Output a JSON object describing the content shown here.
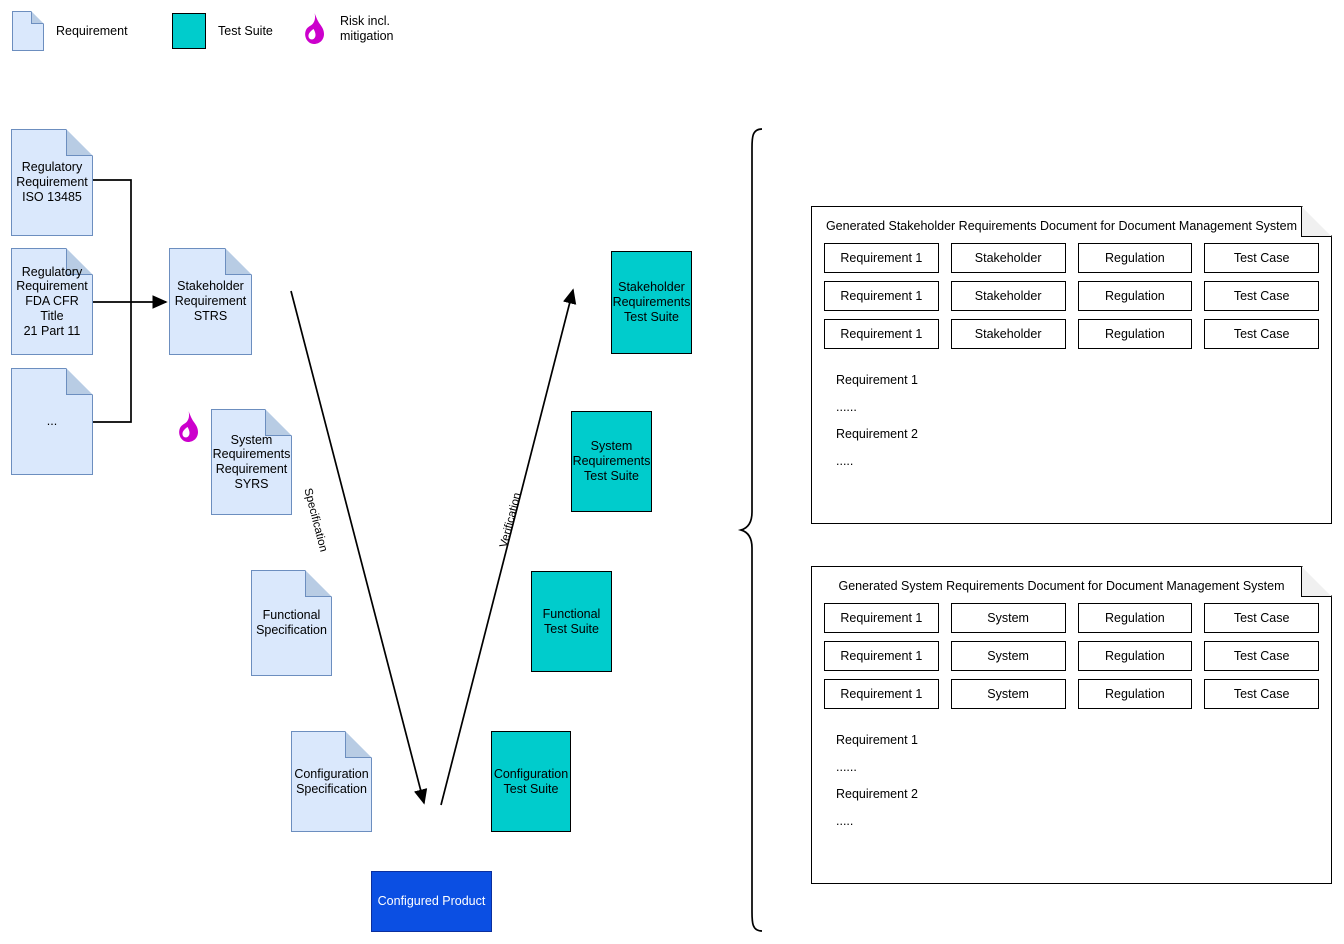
{
  "legend": {
    "items": [
      {
        "icon": "requirement-document-icon",
        "label": "Requirement"
      },
      {
        "icon": "test-suite-icon",
        "label": "Test Suite"
      },
      {
        "icon": "risk-flame-icon",
        "label": "Risk incl.\nmitigation"
      }
    ]
  },
  "colors": {
    "requirement_fill": "#dae8fc",
    "requirement_stroke": "#6c8ebf",
    "requirement_fold": "#b8cce4",
    "test_suite_fill": "#00cccc",
    "product_fill": "#0b4fe3",
    "risk_flame": "#cc00cc",
    "line": "#000000"
  },
  "inputs": [
    {
      "name": "regulatory-requirement-iso",
      "label": "Regulatory\nRequirement\nISO 13485"
    },
    {
      "name": "regulatory-requirement-fda",
      "label": "Regulatory\nRequirement\nFDA CFR Title\n21 Part 11"
    },
    {
      "name": "regulatory-requirement-more",
      "label": "..."
    }
  ],
  "specifications": [
    {
      "name": "stakeholder-requirement-strs",
      "label": "Stakeholder\nRequirement\nSTRS"
    },
    {
      "name": "system-requirements-syrs",
      "label": "System\nRequirements\nRequirement\nSYRS"
    },
    {
      "name": "functional-specification",
      "label": "Functional\nSpecification"
    },
    {
      "name": "configuration-specification",
      "label": "Configuration\nSpecification"
    }
  ],
  "test_suites": [
    {
      "name": "stakeholder-requirements-test-suite",
      "label": "Stakeholder\nRequirements\nTest Suite"
    },
    {
      "name": "system-requirements-test-suite",
      "label": "System\nRequirements\nTest Suite"
    },
    {
      "name": "functional-test-suite",
      "label": "Functional\nTest Suite"
    },
    {
      "name": "configuration-test-suite",
      "label": "Configuration\nTest Suite"
    }
  ],
  "product": {
    "label": "Configured Product"
  },
  "edge_labels": {
    "specification": "Specification",
    "verification": "Verification"
  },
  "generated_documents": [
    {
      "name": "generated-stakeholder-requirements-document",
      "title": "Generated Stakeholder Requirements Document for Document Management System",
      "rows": [
        [
          "Requirement 1",
          "Stakeholder",
          "Regulation",
          "Test Case"
        ],
        [
          "Requirement 1",
          "Stakeholder",
          "Regulation",
          "Test Case"
        ],
        [
          "Requirement 1",
          "Stakeholder",
          "Regulation",
          "Test Case"
        ]
      ],
      "body": [
        "Requirement 1",
        "......",
        "Requirement 2",
        "....."
      ]
    },
    {
      "name": "generated-system-requirements-document",
      "title": "Generated System Requirements Document for Document Management System",
      "rows": [
        [
          "Requirement 1",
          "System",
          "Regulation",
          "Test Case"
        ],
        [
          "Requirement 1",
          "System",
          "Regulation",
          "Test Case"
        ],
        [
          "Requirement 1",
          "System",
          "Regulation",
          "Test Case"
        ]
      ],
      "body": [
        "Requirement 1",
        "......",
        "Requirement 2",
        "....."
      ]
    }
  ]
}
